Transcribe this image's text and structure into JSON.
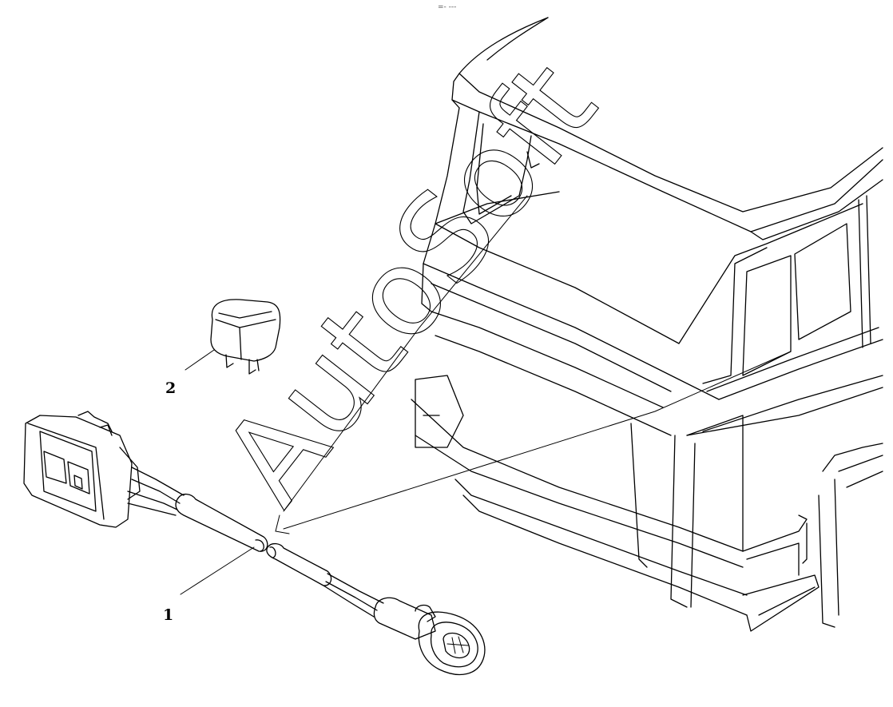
{
  "diagram": {
    "header_mark": "=- ---",
    "watermark": "AutoSoft",
    "callouts": [
      {
        "id": "1",
        "label": "1"
      },
      {
        "id": "2",
        "label": "2"
      }
    ]
  }
}
